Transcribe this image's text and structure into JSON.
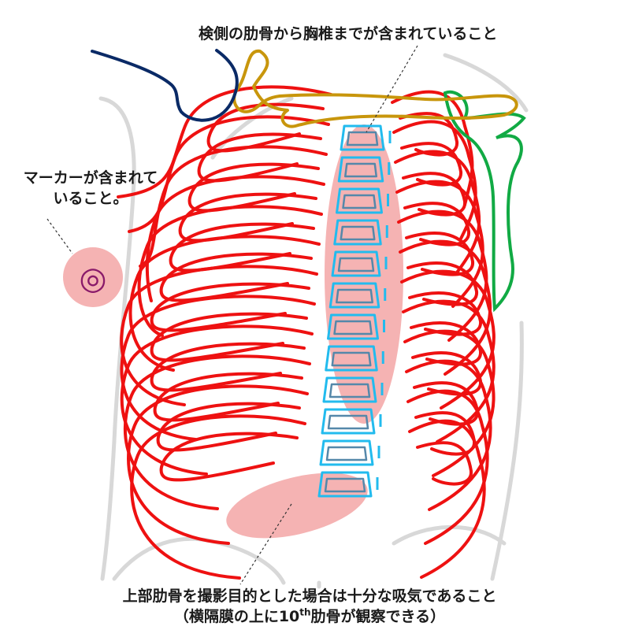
{
  "annotations": {
    "top": "検側の肋骨から胸椎までが含まれていること",
    "marker_line1": "マーカーが含まれて",
    "marker_line2": "いること。",
    "bottom_line1": "上部肋骨を撮影目的とした場合は十分な吸気であること",
    "bottom_line2_prefix": "（横隔膜の上に10",
    "bottom_line2_sup": "th",
    "bottom_line2_suffix": "肋骨が観察できる）"
  },
  "marker_symbol": "◎",
  "colors": {
    "ribs": "#ee1111",
    "spine": "#22bbee",
    "spine_outline": "#5588aa",
    "clavicle": "#c8960c",
    "scapula": "#11aa44",
    "shoulder_line": "#0a2a66",
    "body_outline": "#d8d8d8",
    "highlight": "#f08a8a",
    "marker": "#8a1a6a"
  }
}
